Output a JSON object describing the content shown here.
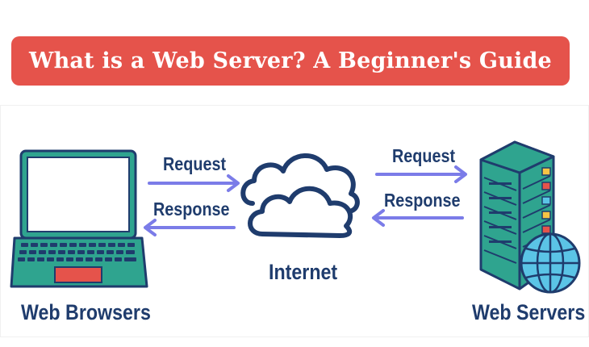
{
  "header": {
    "title": "What is a Web Server? A Beginner's Guide",
    "background_color": "#e5534b",
    "text_color": "#ffffff"
  },
  "diagram": {
    "nodes": {
      "client": {
        "label": "Web Browsers",
        "icon": "laptop-icon"
      },
      "network": {
        "label": "Internet",
        "icon": "cloud-icon"
      },
      "server": {
        "label": "Web Servers",
        "icon": "server-globe-icon"
      }
    },
    "edges": {
      "left_request": "Request",
      "left_response": "Response",
      "right_request": "Request",
      "right_response": "Response"
    },
    "colors": {
      "label": "#1f3c6d",
      "arrow": "#7b7ce8",
      "outline": "#1f3c6d",
      "laptop_body": "#2fa48f",
      "laptop_key": "#e5534b",
      "server_body": "#2fa48f",
      "globe": "#5bc4e6"
    }
  }
}
